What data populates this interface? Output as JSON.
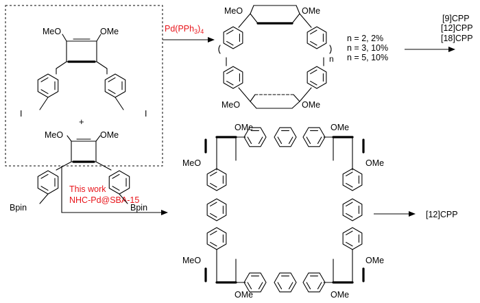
{
  "reactants": {
    "substituents": {
      "methoxy": "MeO",
      "methoxy_right": "OMe",
      "iodo": "I",
      "boronate": "Bpin",
      "plus": "+"
    }
  },
  "reaction_top": {
    "catalyst_prefix": "Pd(PPh",
    "catalyst_sub": "3",
    "catalyst_suffix": ")",
    "catalyst_count": "4",
    "macrocycle_repeat": "n",
    "macrocycle_substituents": {
      "left_top": "MeO",
      "right_top": "OMe",
      "left_bottom": "MeO",
      "right_bottom": "OMe"
    },
    "yields": [
      "n = 2, 2%",
      "n = 3, 10%",
      "n = 5, 10%"
    ],
    "products": [
      "[9]CPP",
      "[12]CPP",
      "[18]CPP"
    ]
  },
  "reaction_bottom": {
    "label_line1": "This work",
    "label_line2": "NHC-Pd@SBA-15",
    "substituent_ome": "OMe",
    "substituent_meo": "MeO",
    "product": "[12]CPP"
  },
  "colors": {
    "ink": "#000000",
    "highlight": "#e8141a",
    "background": "#ffffff"
  }
}
